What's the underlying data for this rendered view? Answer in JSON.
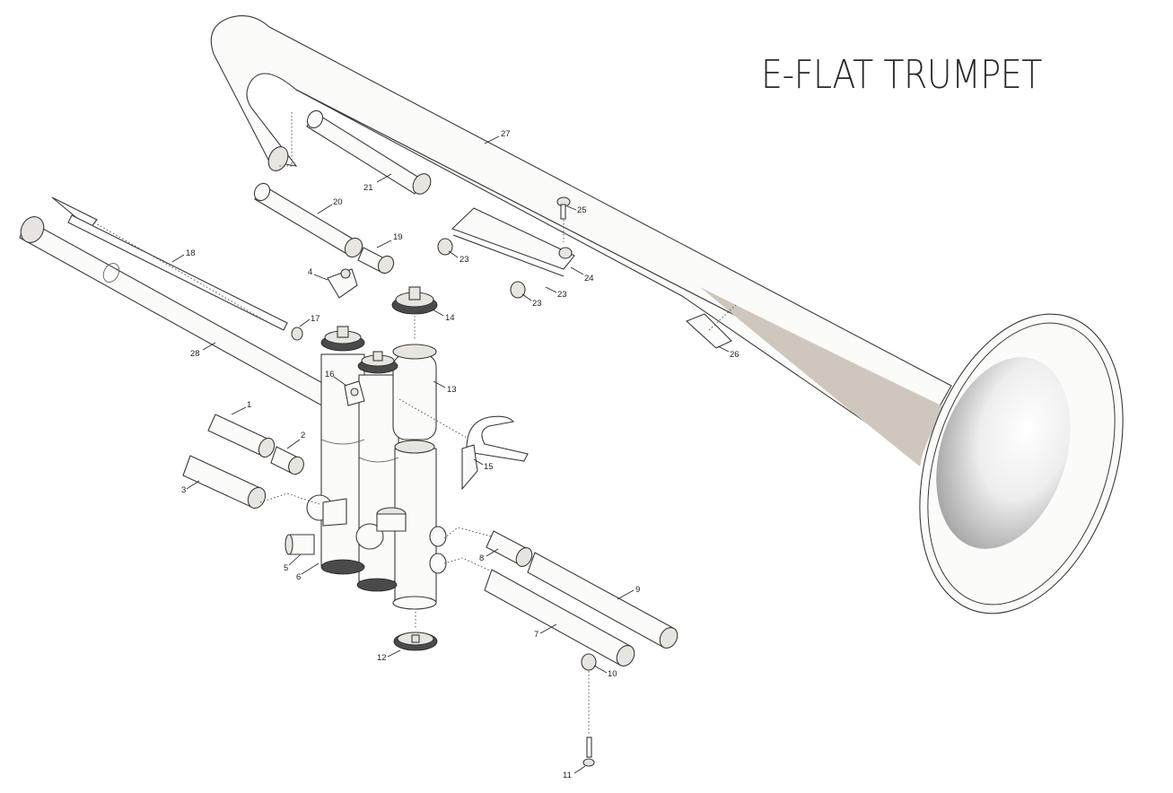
{
  "title": "E-FLAT TRUMPET",
  "colors": {
    "line": "#3a3a3a",
    "fill": "#fbfbfa",
    "bell_shade": "#c9c1b8"
  },
  "parts": [
    {
      "id": "p1",
      "label": "1"
    },
    {
      "id": "p2",
      "label": "2"
    },
    {
      "id": "p3",
      "label": "3"
    },
    {
      "id": "p4",
      "label": "4"
    },
    {
      "id": "p5",
      "label": "5"
    },
    {
      "id": "p6",
      "label": "6"
    },
    {
      "id": "p7",
      "label": "7"
    },
    {
      "id": "p8",
      "label": "8"
    },
    {
      "id": "p9",
      "label": "9"
    },
    {
      "id": "p10",
      "label": "10"
    },
    {
      "id": "p11",
      "label": "11"
    },
    {
      "id": "p12",
      "label": "12"
    },
    {
      "id": "p13",
      "label": "13"
    },
    {
      "id": "p14",
      "label": "14"
    },
    {
      "id": "p15",
      "label": "15"
    },
    {
      "id": "p16",
      "label": "16"
    },
    {
      "id": "p17",
      "label": "17"
    },
    {
      "id": "p18",
      "label": "18"
    },
    {
      "id": "p19",
      "label": "19"
    },
    {
      "id": "p20",
      "label": "20"
    },
    {
      "id": "p21",
      "label": "21"
    },
    {
      "id": "p23a",
      "label": "23"
    },
    {
      "id": "p23b",
      "label": "23"
    },
    {
      "id": "p23c",
      "label": "23"
    },
    {
      "id": "p24",
      "label": "24"
    },
    {
      "id": "p25",
      "label": "25"
    },
    {
      "id": "p26",
      "label": "26"
    },
    {
      "id": "p27",
      "label": "27"
    },
    {
      "id": "p28",
      "label": "28"
    }
  ]
}
